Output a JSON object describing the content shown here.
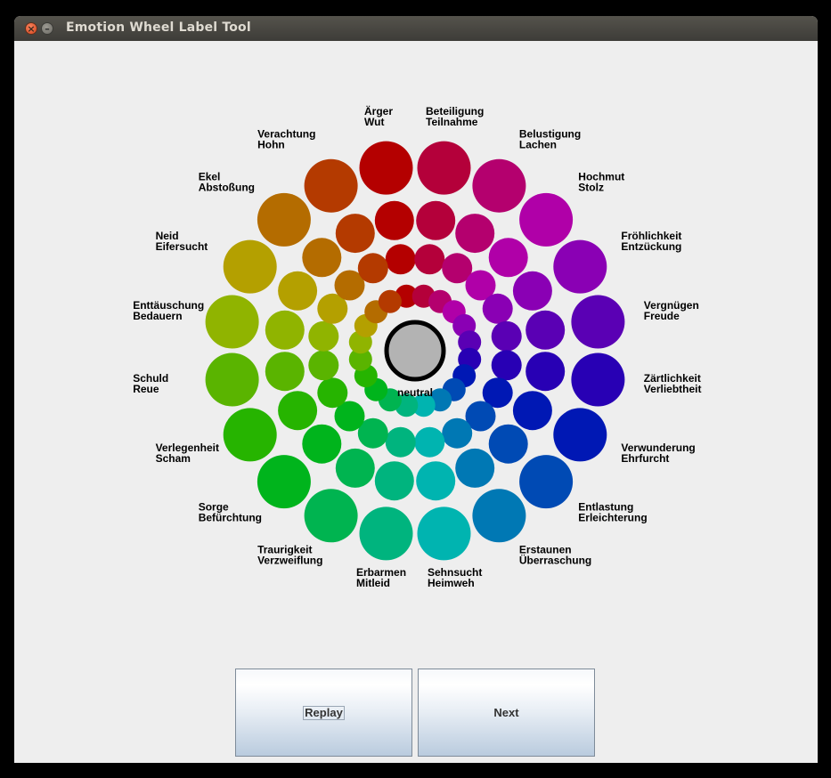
{
  "window": {
    "title": "Emotion Wheel Label Tool"
  },
  "center": {
    "label": "neutral",
    "color": "#b3b3b3"
  },
  "emotions": [
    {
      "line1": "Ärger",
      "line2": "Wut",
      "color": "#b40000"
    },
    {
      "line1": "Beteiligung",
      "line2": "Teilnahme",
      "color": "#b4003a"
    },
    {
      "line1": "Belustigung",
      "line2": "Lachen",
      "color": "#b4006e"
    },
    {
      "line1": "Hochmut",
      "line2": "Stolz",
      "color": "#b000a8"
    },
    {
      "line1": "Fröhlichkeit",
      "line2": "Entzückung",
      "color": "#8a00b4"
    },
    {
      "line1": "Vergnügen",
      "line2": "Freude",
      "color": "#5a00b4"
    },
    {
      "line1": "Zärtlichkeit",
      "line2": "Verliebtheit",
      "color": "#2800b4"
    },
    {
      "line1": "Verwunderung",
      "line2": "Ehrfurcht",
      "color": "#0018b4"
    },
    {
      "line1": "Entlastung",
      "line2": "Erleichterung",
      "color": "#004ab4"
    },
    {
      "line1": "Erstaunen",
      "line2": "Überraschung",
      "color": "#0078b4"
    },
    {
      "line1": "Sehnsucht",
      "line2": "Heimweh",
      "color": "#00b4b0"
    },
    {
      "line1": "Erbarmen",
      "line2": "Mitleid",
      "color": "#00b47e"
    },
    {
      "line1": "Traurigkeit",
      "line2": "Verzweiflung",
      "color": "#00b450"
    },
    {
      "line1": "Sorge",
      "line2": "Befürchtung",
      "color": "#00b41c"
    },
    {
      "line1": "Verlegenheit",
      "line2": "Scham",
      "color": "#26b400"
    },
    {
      "line1": "Schuld",
      "line2": "Reue",
      "color": "#5ab400"
    },
    {
      "line1": "Enttäuschung",
      "line2": "Bedauern",
      "color": "#90b400"
    },
    {
      "line1": "Neid",
      "line2": "Eifersucht",
      "color": "#b4a000"
    },
    {
      "line1": "Ekel",
      "line2": "Abstoßung",
      "color": "#b46c00"
    },
    {
      "line1": "Verachtung",
      "line2": "Hohn",
      "color": "#b43a00"
    }
  ],
  "buttons": {
    "replay": "Replay",
    "next": "Next"
  }
}
